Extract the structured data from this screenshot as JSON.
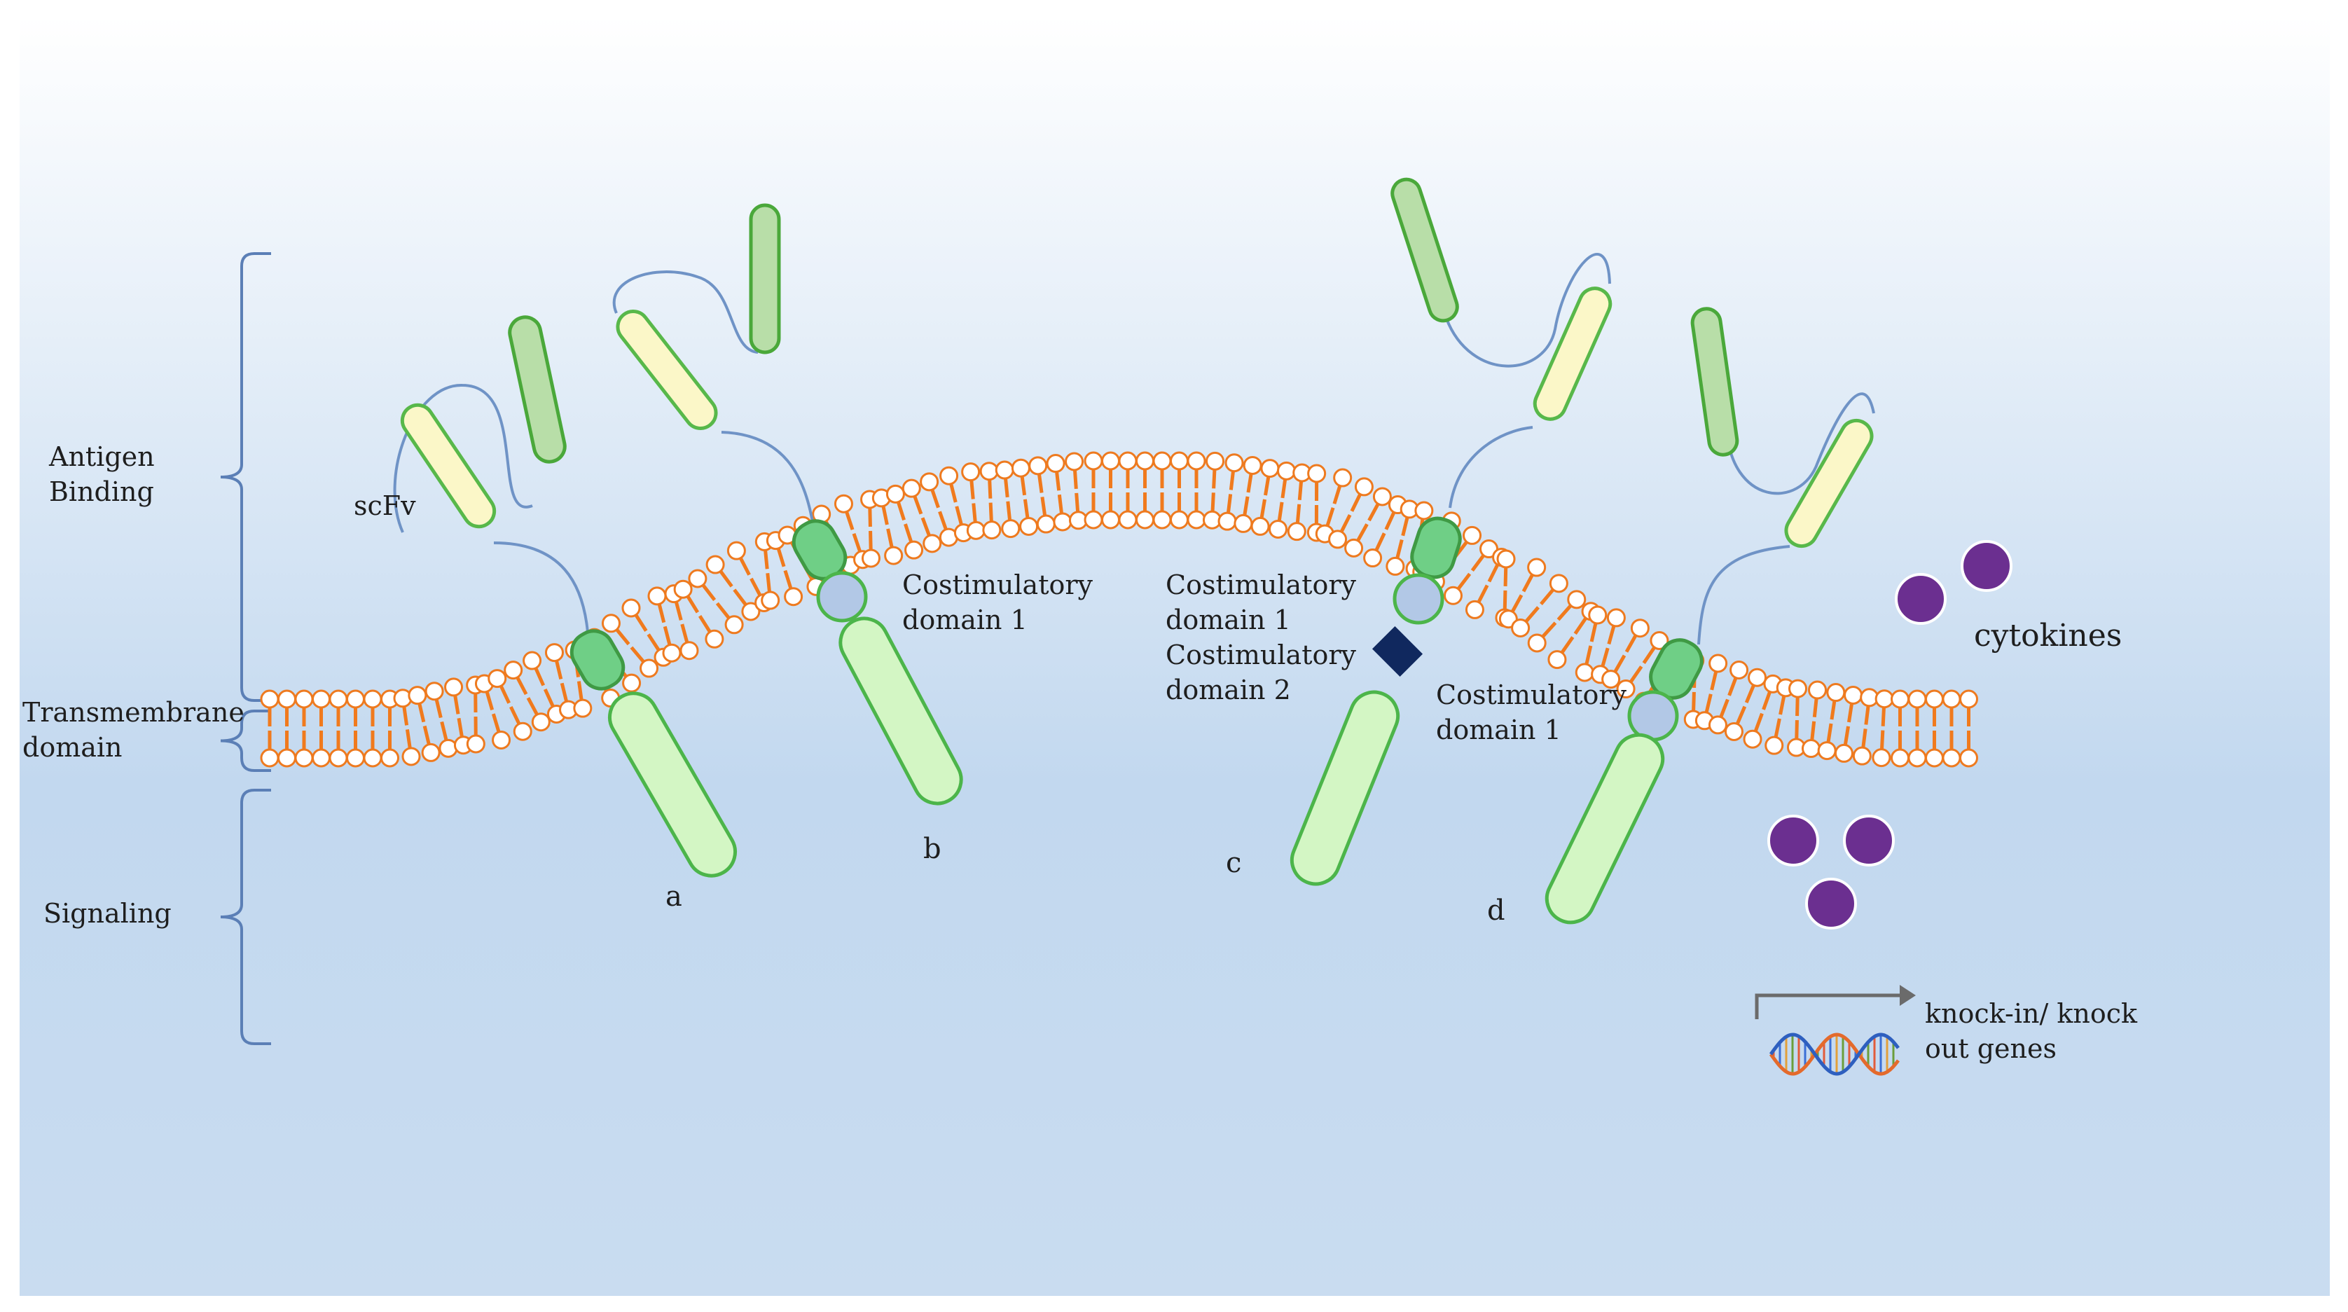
{
  "colors": {
    "background_top": "#ffffff",
    "background_bottom": "#b3cfea",
    "bracket": "#5b7fb6",
    "linker": "#6f93c6",
    "lipid_tail": "#f07a1d",
    "lipid_head_stroke": "#ee7a1f",
    "transmembrane": "#6fcf86",
    "costim_1": "#b2c8e6",
    "costim_2": "#10285e",
    "signaling": "#d3f6c4",
    "vh": "#b8dea8",
    "vl": "#fbf7c8",
    "cytokine": "#6b2f90"
  },
  "regions": {
    "antigen_binding": [
      "Antigen",
      "Binding"
    ],
    "transmembrane": [
      "Transmembrane",
      "domain"
    ],
    "signaling": "Signaling"
  },
  "labels": {
    "scfv": "scFv",
    "car_b_costim": [
      "Costimulatory",
      "domain 1"
    ],
    "car_c_costim": [
      "Costimulatory",
      "domain 1",
      "Costimulatory",
      "domain 2"
    ],
    "car_d_costim": [
      "Costimulatory",
      "domain 1"
    ],
    "cytokines": "cytokines",
    "genes": [
      "knock-in/ knock",
      "out genes"
    ]
  },
  "car_letters": [
    "a",
    "b",
    "c",
    "d"
  ],
  "icons": {
    "cytokine": "purple-circle",
    "gene_edit": "dna-helix-with-arrow",
    "costim_2": "navy-diamond"
  }
}
